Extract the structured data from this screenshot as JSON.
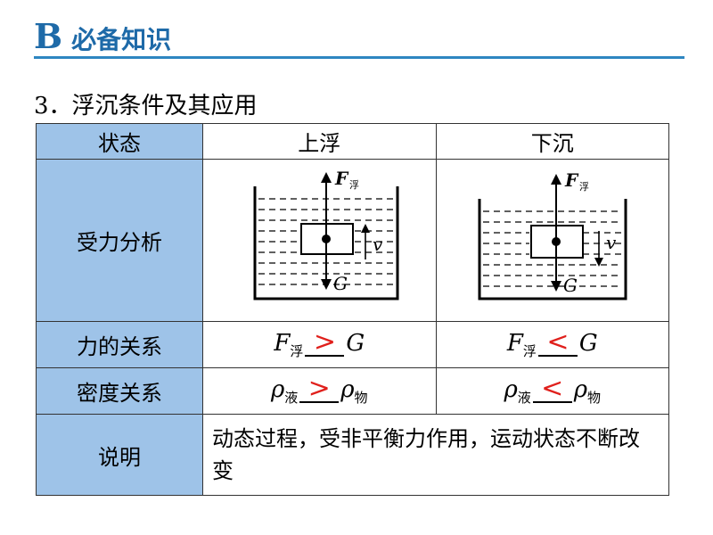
{
  "header": {
    "letter": "B",
    "title": "必备知识"
  },
  "section": {
    "title": "3．浮沉条件及其应用"
  },
  "table": {
    "rows": {
      "state": {
        "label": "状态",
        "float": "上浮",
        "sink": "下沉"
      },
      "force": {
        "label": "受力分析"
      },
      "force_relation": {
        "label": "力的关系",
        "float": {
          "left": "F",
          "left_sub": "浮",
          "answer": ">",
          "right": "G"
        },
        "sink": {
          "left": "F",
          "left_sub": "浮",
          "answer": "<",
          "right": "G"
        }
      },
      "density_relation": {
        "label": "密度关系",
        "float": {
          "left": "ρ",
          "left_sub": "液",
          "answer": ">",
          "right": "ρ",
          "right_sub": "物"
        },
        "sink": {
          "left": "ρ",
          "left_sub": "液",
          "answer": "<",
          "right": "ρ",
          "right_sub": "物"
        }
      },
      "note": {
        "label": "说明",
        "text": "动态过程，受非平衡力作用，运动状态不断改变"
      }
    }
  },
  "diagram": {
    "buoyancy_label": "F",
    "buoyancy_sub": "浮",
    "gravity_label": "G",
    "velocity_label": "v"
  },
  "colors": {
    "accent": "#1e6aa8",
    "label_cell": "#9ec3e8",
    "answer": "#e0201c"
  }
}
